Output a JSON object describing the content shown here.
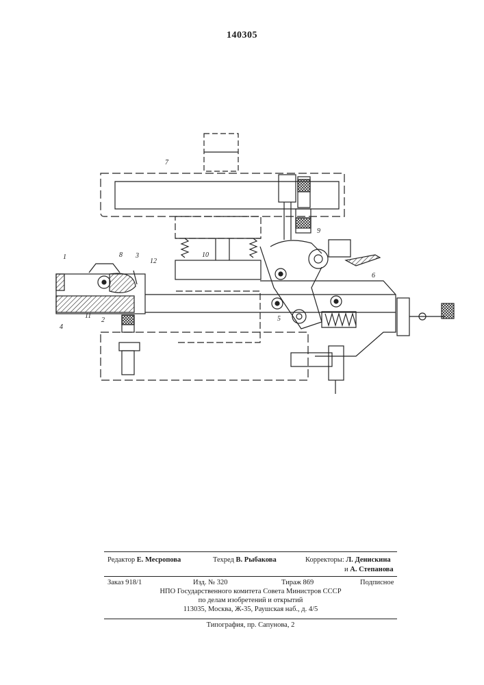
{
  "patent_number": "140305",
  "figure_labels": [
    "1",
    "2",
    "3",
    "4",
    "5",
    "6",
    "7",
    "8",
    "9",
    "10",
    "11",
    "12"
  ],
  "credits": {
    "editor_label": "Редактор",
    "editor_name": "Е. Месропова",
    "tech_label": "Техред",
    "tech_name": "В. Рыбакова",
    "correctors_label": "Корректоры:",
    "corrector1": "Л. Денискина",
    "corrector2_prefix": "и",
    "corrector2": "А. Степанова"
  },
  "publication": {
    "order": "Заказ  918/1",
    "edition": "Изд.  №  320",
    "print_run": "Тираж  869",
    "subscription": "Подписное",
    "org_line": "НПО Государственного комитета Совета Министров СССР",
    "org_line2": "по делам изобретений и открытий",
    "address": "113035, Москва, Ж-35, Раушская наб., д. 4/5"
  },
  "printer": "Типография, пр. Сапунова, 2"
}
